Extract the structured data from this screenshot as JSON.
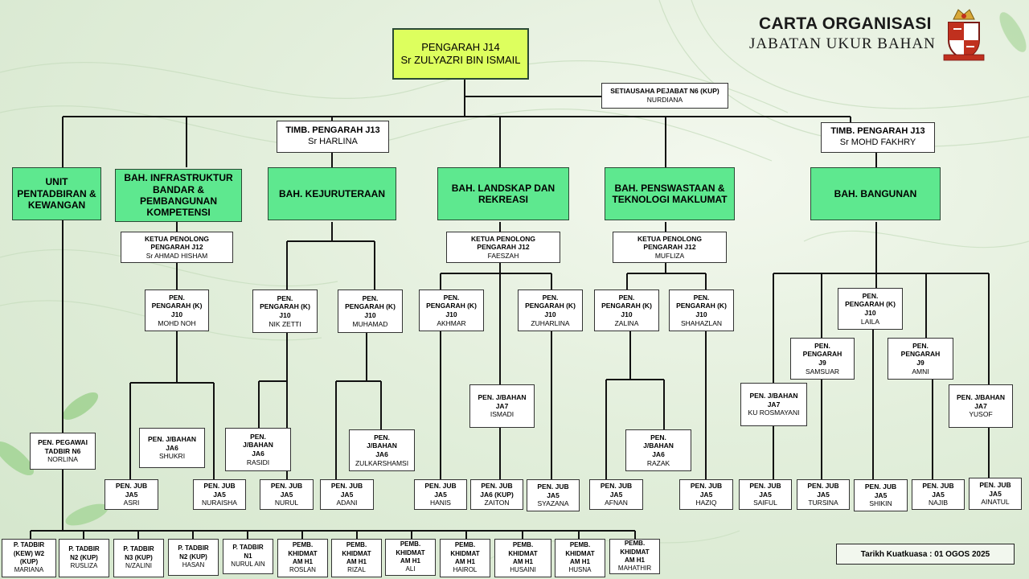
{
  "header": {
    "title": "CARTA ORGANISASI",
    "subtitle": "JABATAN UKUR BAHAN"
  },
  "director": {
    "title": "PENGARAH  J14",
    "name": "Sr ZULYAZRI BIN ISMAIL"
  },
  "secretary": {
    "title": "SETIAUSAHA PEJABAT N6 (KUP)",
    "name": "NURDIANA"
  },
  "deputy1": {
    "title": "TIMB. PENGARAH  J13",
    "name": "Sr HARLINA"
  },
  "deputy2": {
    "title": "TIMB. PENGARAH  J13",
    "name": "Sr MOHD FAKHRY"
  },
  "divisions": {
    "admin": "UNIT PENTADBIRAN & KEWANGAN",
    "infra": "BAH.  INFRASTRUKTUR BANDAR  & PEMBANGUNAN KOMPETENSI",
    "eng": "BAH.  KEJURUTERAAN",
    "land": "BAH.  LANDSKAP DAN REKREASI",
    "priv": "BAH.  PENSWASTAAN & TEKNOLOGI MAKLUMAT",
    "bld": "BAH.  BANGUNAN"
  },
  "ketua": [
    {
      "title": "KETUA PENOLONG PENGARAH J12",
      "name": "Sr AHMAD HISHAM"
    },
    {
      "title": "KETUA PENOLONG PENGARAH J12",
      "name": "FAESZAH"
    },
    {
      "title": "KETUA PENOLONG PENGARAH J12",
      "name": "MUFLIZA"
    }
  ],
  "j10": [
    {
      "t1": "PEN.",
      "t2": "PENGARAH (K)",
      "t3": "J10",
      "name": "MOHD NOH"
    },
    {
      "t1": "PEN.",
      "t2": "PENGARAH (K)",
      "t3": "J10",
      "name": "NIK ZETTI"
    },
    {
      "t1": "PEN.",
      "t2": "PENGARAH (K)",
      "t3": "J10",
      "name": "MUHAMAD"
    },
    {
      "t1": "PEN.",
      "t2": "PENGARAH (K)",
      "t3": "J10",
      "name": "AKHMAR"
    },
    {
      "t1": "PEN.",
      "t2": "PENGARAH (K)",
      "t3": "J10",
      "name": "ZUHARLINA"
    },
    {
      "t1": "PEN.",
      "t2": "PENGARAH (K)",
      "t3": "J10",
      "name": "ZALINA"
    },
    {
      "t1": "PEN.",
      "t2": "PENGARAH (K)",
      "t3": "J10",
      "name": "SHAHAZLAN"
    },
    {
      "t1": "PEN.",
      "t2": "PENGARAH (K)",
      "t3": "J10",
      "name": "LAILA"
    }
  ],
  "j9": [
    {
      "t1": "PEN.",
      "t2": "PENGARAH",
      "t3": "J9",
      "name": "SAMSUAR"
    },
    {
      "t1": "PEN.",
      "t2": "PENGARAH",
      "t3": "J9",
      "name": "AMNI"
    }
  ],
  "ja7": [
    {
      "t1": "PEN. J/BAHAN",
      "t2": "JA7",
      "name": "ISMADI"
    },
    {
      "t1": "PEN. J/BAHAN",
      "t2": "JA7",
      "name": "KU ROSMAYANI"
    },
    {
      "t1": "PEN. J/BAHAN",
      "t2": "JA7",
      "name": "YUSOF"
    }
  ],
  "ja6": [
    {
      "t1": "PEN. J/BAHAN",
      "t2": "JA6",
      "name": "SHUKRI"
    },
    {
      "t1": "PEN.",
      "t2": "J/BAHAN",
      "t3": "JA6",
      "name": "RASIDI"
    },
    {
      "t1": "PEN.",
      "t2": "J/BAHAN",
      "t3": "JA6",
      "name": "ZULKARSHAMSI"
    },
    {
      "t1": "PEN.",
      "t2": "J/BAHAN",
      "t3": "JA6",
      "name": "RAZAK"
    }
  ],
  "pegawai": {
    "t1": "PEN. PEGAWAI",
    "t2": "TADBIR N6",
    "name": "NORLINA"
  },
  "ja5": [
    {
      "t1": "PEN. JUB",
      "t2": "JA5",
      "name": "ASRI"
    },
    {
      "t1": "PEN. JUB",
      "t2": "JA5",
      "name": "NURAISHA"
    },
    {
      "t1": "PEN. JUB",
      "t2": "JA5",
      "name": "NURUL"
    },
    {
      "t1": "PEN. JUB",
      "t2": "JA5",
      "name": "ADANI"
    },
    {
      "t1": "PEN. JUB",
      "t2": "JA5",
      "name": "HANIS"
    },
    {
      "t1": "PEN. JUB",
      "t2": "JA6 (KUP)",
      "name": "ZAITON"
    },
    {
      "t1": "PEN. JUB",
      "t2": "JA5",
      "name": "SYAZANA"
    },
    {
      "t1": "PEN. JUB",
      "t2": "JA5",
      "name": "AFNAN"
    },
    {
      "t1": "PEN. JUB",
      "t2": "JA5",
      "name": "HAZIQ"
    },
    {
      "t1": "PEN. JUB",
      "t2": "JA5",
      "name": "SAIFUL"
    },
    {
      "t1": "PEN. JUB",
      "t2": "JA5",
      "name": "TURSINA"
    },
    {
      "t1": "PEN. JUB",
      "t2": "JA5",
      "name": "SHIKIN"
    },
    {
      "t1": "PEN. JUB",
      "t2": "JA5",
      "name": "NAJIB"
    },
    {
      "t1": "PEN. JUB",
      "t2": "JA5",
      "name": "AINATUL"
    }
  ],
  "staff": [
    {
      "t1": "P. TADBIR",
      "t2": "(KEW) W2",
      "t3": "(KUP)",
      "name": "MARIANA"
    },
    {
      "t1": "P. TADBIR",
      "t2": "N2 (KUP)",
      "t3": "",
      "name": "RUSLIZA"
    },
    {
      "t1": "P. TADBIR",
      "t2": "N3 (KUP)",
      "t3": "",
      "name": "N/ZALINI"
    },
    {
      "t1": "P. TADBIR",
      "t2": "N2 (KUP)",
      "t3": "",
      "name": "HASAN"
    },
    {
      "t1": "P. TADBIR",
      "t2": "N1",
      "t3": "",
      "name": "NURUL AIN"
    },
    {
      "t1": "PEMB.",
      "t2": "KHIDMAT",
      "t3": "AM H1",
      "name": "ROSLAN"
    },
    {
      "t1": "PEMB.",
      "t2": "KHIDMAT",
      "t3": "AM H1",
      "name": "RIZAL"
    },
    {
      "t1": "PEMB.",
      "t2": "KHIDMAT",
      "t3": "AM H1",
      "name": "ALI"
    },
    {
      "t1": "PEMB.",
      "t2": "KHIDMAT",
      "t3": "AM H1",
      "name": "HAIROL"
    },
    {
      "t1": "PEMB.",
      "t2": "KHIDMAT",
      "t3": "AM H1",
      "name": "HUSAINI"
    },
    {
      "t1": "PEMB.",
      "t2": "KHIDMAT",
      "t3": "AM H1",
      "name": "HUSNA"
    },
    {
      "t1": "PEMB.",
      "t2": "KHIDMAT",
      "t3": "AM H1",
      "name": "MAHATHIR"
    }
  ],
  "footer": {
    "effective": "Tarikh Kuatkuasa : 01 OGOS  2025"
  }
}
